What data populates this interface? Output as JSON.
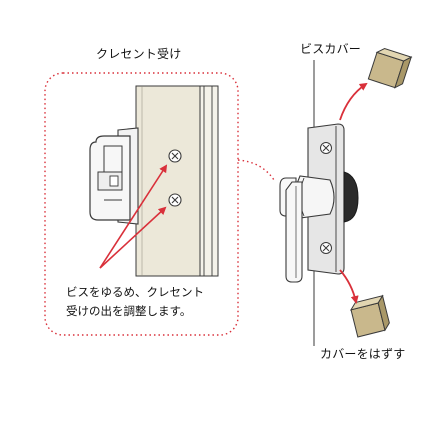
{
  "labels": {
    "crescent_receiver": "クレセント受け",
    "screw_cover": "ビスカバー",
    "remove_cover": "カバーをはずす"
  },
  "instruction": {
    "line1": "ビスをゆるめ、クレセント",
    "line2": "受けの出を調整します。"
  },
  "colors": {
    "accent_red": "#d9303a",
    "frame_beige": "#ece8d9",
    "cover_tan": "#c9b88c",
    "metal": "#e6e6e6",
    "outline": "#3a3a3a"
  }
}
